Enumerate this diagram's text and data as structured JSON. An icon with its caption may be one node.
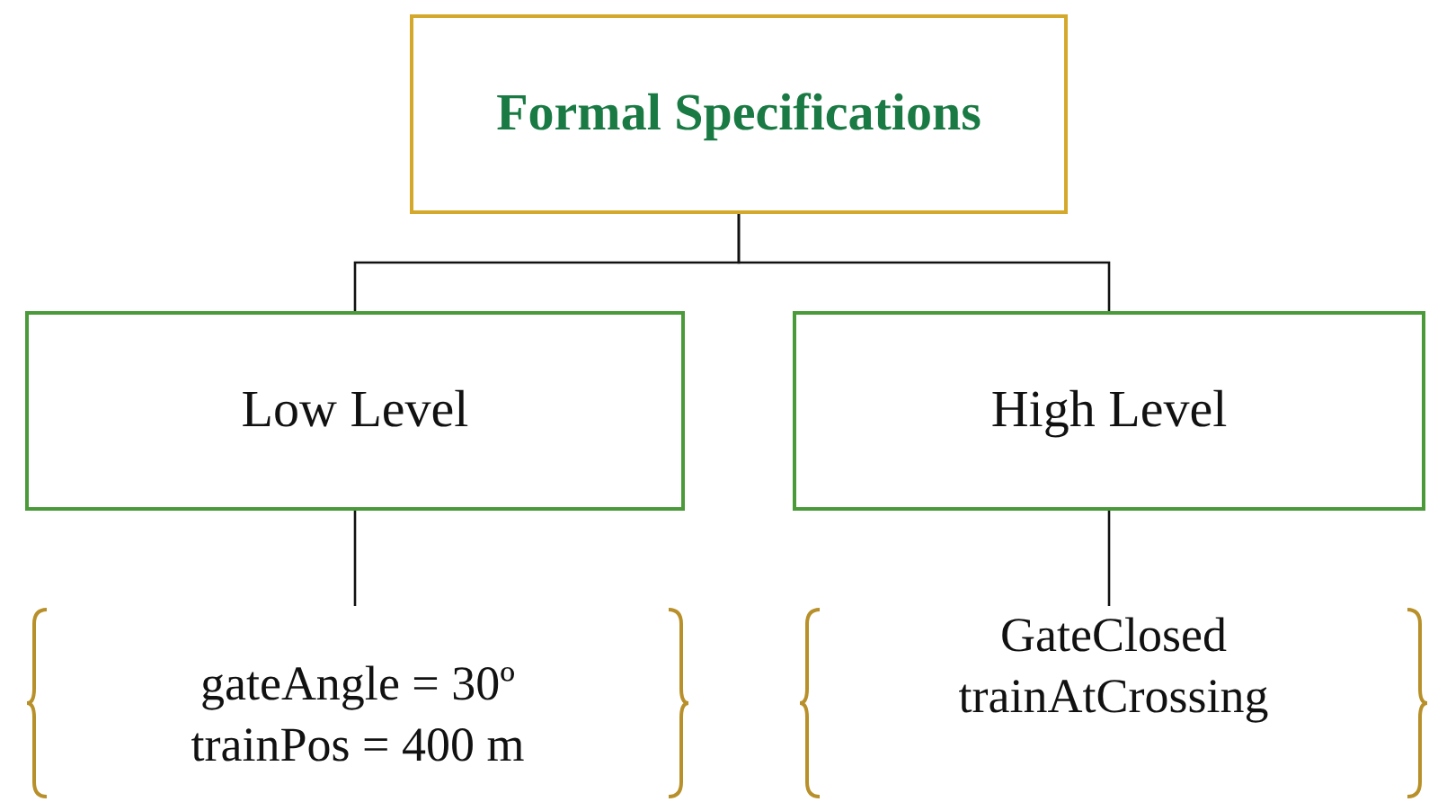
{
  "diagram": {
    "nodes": [
      {
        "text": [
          "Formal Specifications"
        ]
      },
      {
        "text": [
          "Low Level"
        ]
      },
      {
        "text": [
          "High Level"
        ]
      },
      {
        "text": [
          "gateAngle = 30º",
          "trainPos = 400 m"
        ]
      },
      {
        "text": [
          "GateClosed",
          "trainAtCrossing"
        ]
      }
    ],
    "edges": [
      {
        "from": 0,
        "to": 1,
        "arrow": "none"
      },
      {
        "from": 0,
        "to": 2,
        "arrow": "none"
      },
      {
        "from": 1,
        "to": 3,
        "arrow": "none"
      },
      {
        "from": 2,
        "to": 4,
        "arrow": "none"
      }
    ]
  }
}
